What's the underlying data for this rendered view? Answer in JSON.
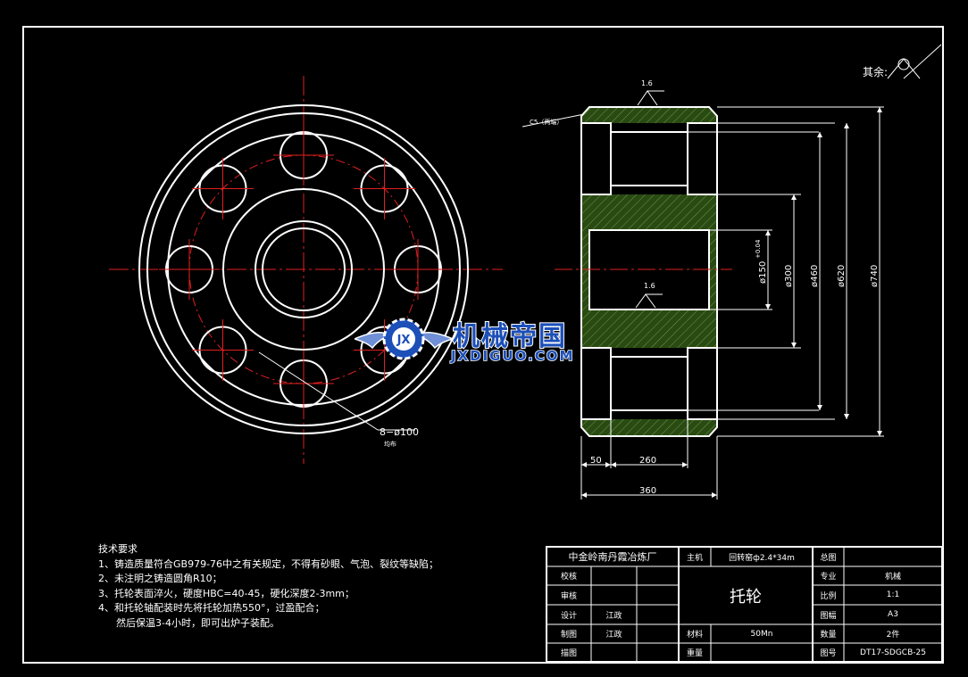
{
  "drawing": {
    "surface_roughness": "其余:",
    "chamfer_note": "C5（两端）",
    "roughness_top": "1.6",
    "roughness_bore": "1.6",
    "tolerance_mark": "+0.04",
    "holes_note": "8−ø100",
    "holes_sub": "均布",
    "dims": {
      "d150": "ø150",
      "d300": "ø300",
      "d460": "ø460",
      "d620": "ø620",
      "d740": "ø740",
      "w50": "50",
      "w260": "260",
      "w360": "360"
    }
  },
  "notes": {
    "title": "技术要求",
    "items": [
      "1、铸造质量符合GB979-76中之有关规定，不得有砂眼、气泡、裂纹等缺陷；",
      "2、未注明之铸造圆角R10；",
      "3、托轮表面淬火，硬度HBC=40-45，硬化深度2-3mm；",
      "4、和托轮轴配装时先将托轮加热550°，过盈配合；",
      "然后保温3-4小时，即可出炉子装配。"
    ]
  },
  "title_block": {
    "company": "中金岭南丹霞冶炼厂",
    "main_label": "主机",
    "main_value": "回转窑ф2.4*34m",
    "assembly_label": "总图",
    "check_label": "校核",
    "review_label": "审核",
    "design_label": "设计",
    "design_value": "江政",
    "draw_label": "制图",
    "draw_value": "江政",
    "trace_label": "描图",
    "part_name": "托轮",
    "material_label": "材料",
    "material_value": "50Mn",
    "weight_label": "重量",
    "specialty_label": "专业",
    "specialty_value": "机械",
    "scale_label": "比例",
    "scale_value": "1:1",
    "size_label": "图幅",
    "size_value": "A3",
    "qty_label": "数量",
    "qty_value": "2件",
    "no_label": "图号",
    "no_value": "DT17-SDGCB-25"
  },
  "watermark": {
    "badge": "JX",
    "cn": "机械帝国",
    "en": "JXDIGUO.COM"
  }
}
